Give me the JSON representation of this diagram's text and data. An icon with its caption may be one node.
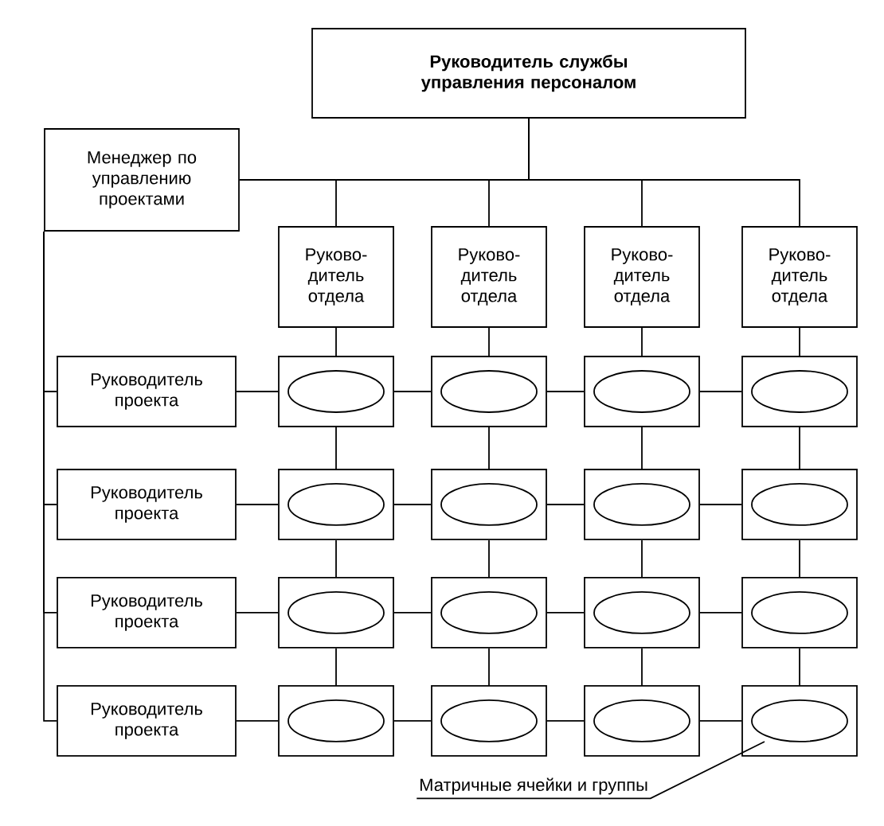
{
  "diagram": {
    "nodes": [
      {
        "text": [
          "Руководитель службы управления персоналом"
        ]
      },
      {
        "text": [
          "Менеджер по управлению проектами"
        ]
      },
      {
        "text": [
          "Руково- дитель отдела"
        ]
      },
      {
        "text": [
          "Руково- дитель отдела"
        ]
      },
      {
        "text": [
          "Руково- дитель отдела"
        ]
      },
      {
        "text": [
          "Руково- дитель отдела"
        ]
      },
      {
        "text": [
          "Руководитель проекта"
        ]
      },
      {
        "text": [],
        "shape": "box"
      },
      {
        "text": [],
        "shape": "box"
      },
      {
        "text": [],
        "shape": "box"
      },
      {
        "text": [],
        "shape": "box"
      },
      {
        "text": [
          "Руководитель проекта"
        ]
      },
      {
        "text": [],
        "shape": "box"
      },
      {
        "text": [],
        "shape": "box"
      },
      {
        "text": [],
        "shape": "box"
      },
      {
        "text": [],
        "shape": "box"
      },
      {
        "text": [
          "Руководитель проекта"
        ]
      },
      {
        "text": [],
        "shape": "box"
      },
      {
        "text": [],
        "shape": "box"
      },
      {
        "text": [],
        "shape": "box"
      },
      {
        "text": [],
        "shape": "box"
      },
      {
        "text": [
          "Руководитель проекта"
        ]
      },
      {
        "text": [],
        "shape": "box"
      },
      {
        "text": [],
        "shape": "box"
      },
      {
        "text": [],
        "shape": "box"
      },
      {
        "text": [],
        "shape": "box"
      },
      {
        "text": [
          "Матричные ячейки и группы"
        ]
      }
    ],
    "edges": [
      {
        "from": 0,
        "to": 1,
        "arrow": "none"
      },
      {
        "from": 0,
        "to": 2,
        "arrow": "none"
      },
      {
        "from": 0,
        "to": 3,
        "arrow": "none"
      },
      {
        "from": 0,
        "to": 4,
        "arrow": "none"
      },
      {
        "from": 0,
        "to": 5,
        "arrow": "none"
      },
      {
        "from": 1,
        "to": 6,
        "arrow": "none"
      },
      {
        "from": 1,
        "to": 11,
        "arrow": "none"
      },
      {
        "from": 1,
        "to": 16,
        "arrow": "none"
      },
      {
        "from": 1,
        "to": 21,
        "arrow": "none"
      },
      {
        "from": 2,
        "to": 7,
        "arrow": "none"
      },
      {
        "from": 3,
        "to": 8,
        "arrow": "none"
      },
      {
        "from": 4,
        "to": 9,
        "arrow": "none"
      },
      {
        "from": 5,
        "to": 10,
        "arrow": "none"
      },
      {
        "from": 7,
        "to": 12,
        "arrow": "none"
      },
      {
        "from": 8,
        "to": 13,
        "arrow": "none"
      },
      {
        "from": 9,
        "to": 14,
        "arrow": "none"
      },
      {
        "from": 10,
        "to": 15,
        "arrow": "none"
      },
      {
        "from": 12,
        "to": 17,
        "arrow": "none"
      },
      {
        "from": 13,
        "to": 18,
        "arrow": "none"
      },
      {
        "from": 14,
        "to": 19,
        "arrow": "none"
      },
      {
        "from": 15,
        "to": 20,
        "arrow": "none"
      },
      {
        "from": 17,
        "to": 22,
        "arrow": "none"
      },
      {
        "from": 18,
        "to": 23,
        "arrow": "none"
      },
      {
        "from": 19,
        "to": 24,
        "arrow": "none"
      },
      {
        "from": 20,
        "to": 25,
        "arrow": "none"
      },
      {
        "from": 6,
        "to": 7,
        "arrow": "none"
      },
      {
        "from": 7,
        "to": 8,
        "arrow": "none"
      },
      {
        "from": 8,
        "to": 9,
        "arrow": "none"
      },
      {
        "from": 9,
        "to": 10,
        "arrow": "none"
      },
      {
        "from": 11,
        "to": 12,
        "arrow": "none"
      },
      {
        "from": 12,
        "to": 13,
        "arrow": "none"
      },
      {
        "from": 13,
        "to": 14,
        "arrow": "none"
      },
      {
        "from": 14,
        "to": 15,
        "arrow": "none"
      },
      {
        "from": 16,
        "to": 17,
        "arrow": "none"
      },
      {
        "from": 17,
        "to": 18,
        "arrow": "none"
      },
      {
        "from": 18,
        "to": 19,
        "arrow": "none"
      },
      {
        "from": 19,
        "to": 20,
        "arrow": "none"
      },
      {
        "from": 21,
        "to": 22,
        "arrow": "none"
      },
      {
        "from": 22,
        "to": 23,
        "arrow": "none"
      },
      {
        "from": 23,
        "to": 24,
        "arrow": "none"
      },
      {
        "from": 24,
        "to": 25,
        "arrow": "none"
      },
      {
        "from": 26,
        "to": 25,
        "arrow": "none"
      }
    ]
  }
}
